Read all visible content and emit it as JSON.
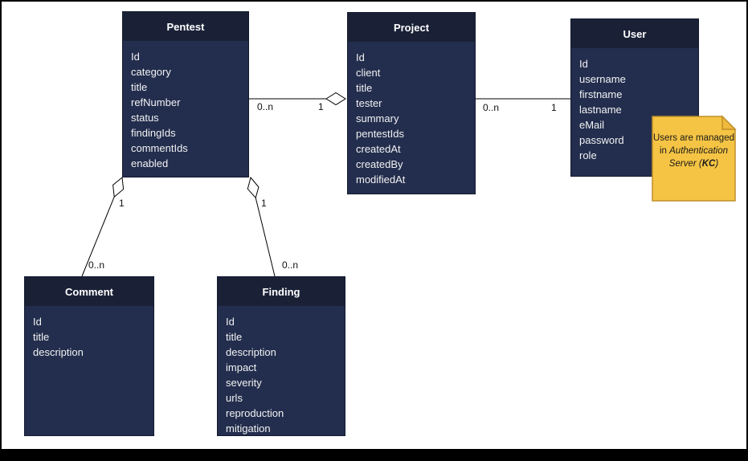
{
  "diagram": {
    "entities": [
      {
        "name": "Pentest",
        "fields": [
          "Id",
          "category",
          "title",
          "refNumber",
          "status",
          "findingIds",
          "commentIds",
          "enabled"
        ]
      },
      {
        "name": "Project",
        "fields": [
          "Id",
          "client",
          "title",
          "tester",
          "summary",
          "pentestIds",
          "createdAt",
          "createdBy",
          "modifiedAt"
        ]
      },
      {
        "name": "User",
        "fields": [
          "Id",
          "username",
          "firstname",
          "lastname",
          "eMail",
          "password",
          "role"
        ]
      },
      {
        "name": "Comment",
        "fields": [
          "Id",
          "title",
          "description"
        ]
      },
      {
        "name": "Finding",
        "fields": [
          "Id",
          "title",
          "description",
          "impact",
          "severity",
          "urls",
          "reproduction",
          "mitigation"
        ]
      }
    ],
    "relationships": [
      {
        "from": "Pentest",
        "to": "Project",
        "type": "aggregation",
        "diamond_at": "Project",
        "from_label": "0..n",
        "to_label": "1"
      },
      {
        "from": "Project",
        "to": "User",
        "type": "association",
        "from_label": "0..n",
        "to_label": "1"
      },
      {
        "from": "Pentest",
        "to": "Comment",
        "type": "aggregation",
        "diamond_at": "Pentest",
        "from_label": "1",
        "to_label": "0..n"
      },
      {
        "from": "Pentest",
        "to": "Finding",
        "type": "aggregation",
        "diamond_at": "Pentest",
        "from_label": "1",
        "to_label": "0..n"
      }
    ],
    "note": {
      "text_prefix": "Users are managed in",
      "text_italic": "Authentication Server",
      "open": "(",
      "abbr": "KC",
      "close": ")"
    },
    "colors": {
      "entity_header": "#1a2137",
      "entity_body": "#232e4e",
      "entity_text": "#f2f2f2",
      "note_fill": "#f5c444",
      "note_border": "#bf8f2a",
      "edge": "#000000"
    }
  }
}
